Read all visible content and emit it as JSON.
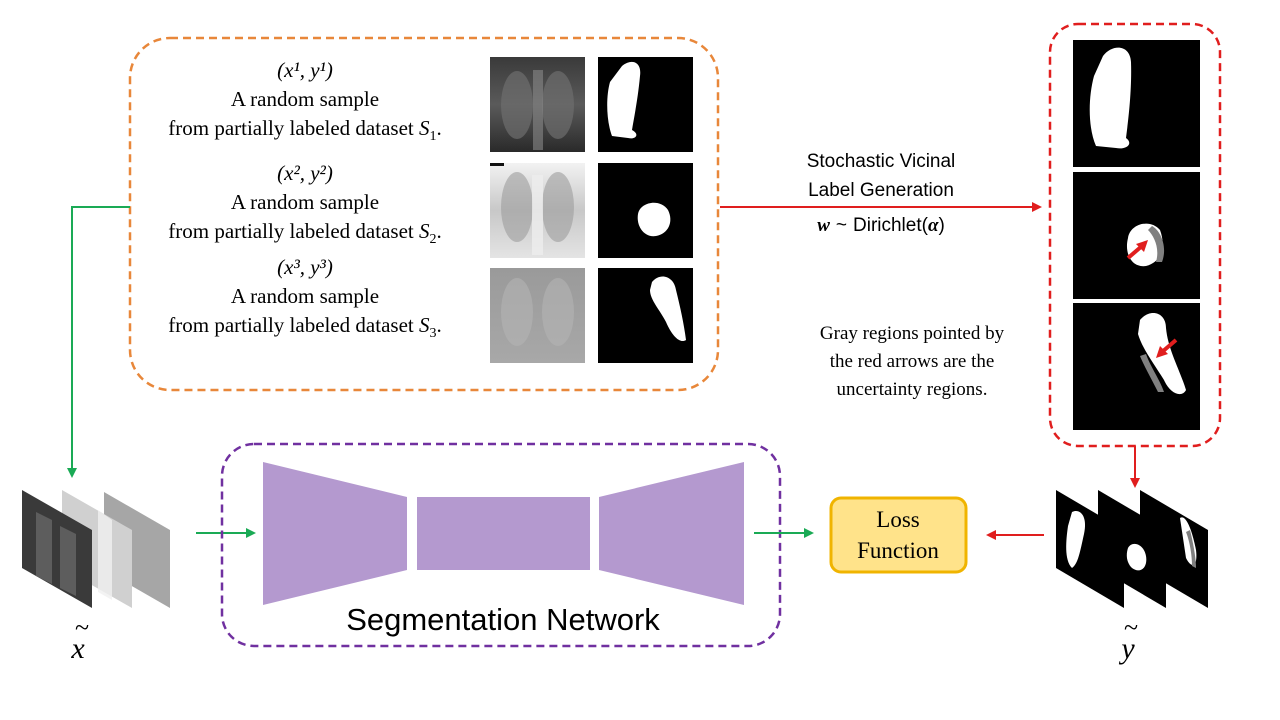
{
  "samples": [
    {
      "pair": "(x¹, y¹)",
      "line1": "A random sample",
      "line2_prefix": "from partially labeled dataset ",
      "dataset": "S",
      "dataset_sub": "1",
      "suffix": "."
    },
    {
      "pair": "(x², y²)",
      "line1": "A random sample",
      "line2_prefix": "from partially labeled dataset ",
      "dataset": "S",
      "dataset_sub": "2",
      "suffix": "."
    },
    {
      "pair": "(x³, y³)",
      "line1": "A random sample",
      "line2_prefix": "from partially labeled dataset ",
      "dataset": "S",
      "dataset_sub": "3",
      "suffix": "."
    }
  ],
  "label_generation": {
    "line1": "Stochastic Vicinal",
    "line2": "Label Generation",
    "formula_w": "w",
    "formula_sim": "~",
    "formula_dist": "Dirichlet(",
    "formula_alpha": "α",
    "formula_close": ")"
  },
  "note": {
    "line1": "Gray regions pointed by",
    "line2": "the red arrows are the",
    "line3": "uncertainty regions."
  },
  "network": {
    "label": "Segmentation Network"
  },
  "loss": {
    "line1": "Loss",
    "line2": "Function"
  },
  "symbols": {
    "x_tilde": "x",
    "y_tilde": "y",
    "tilde": "~"
  },
  "colors": {
    "orange": "#E8873A",
    "red": "#E01E1E",
    "purple": "#7030A0",
    "network_fill": "#B499CF",
    "green": "#1AAA55",
    "loss_fill": "#FFE38A",
    "loss_border": "#F0B400"
  }
}
